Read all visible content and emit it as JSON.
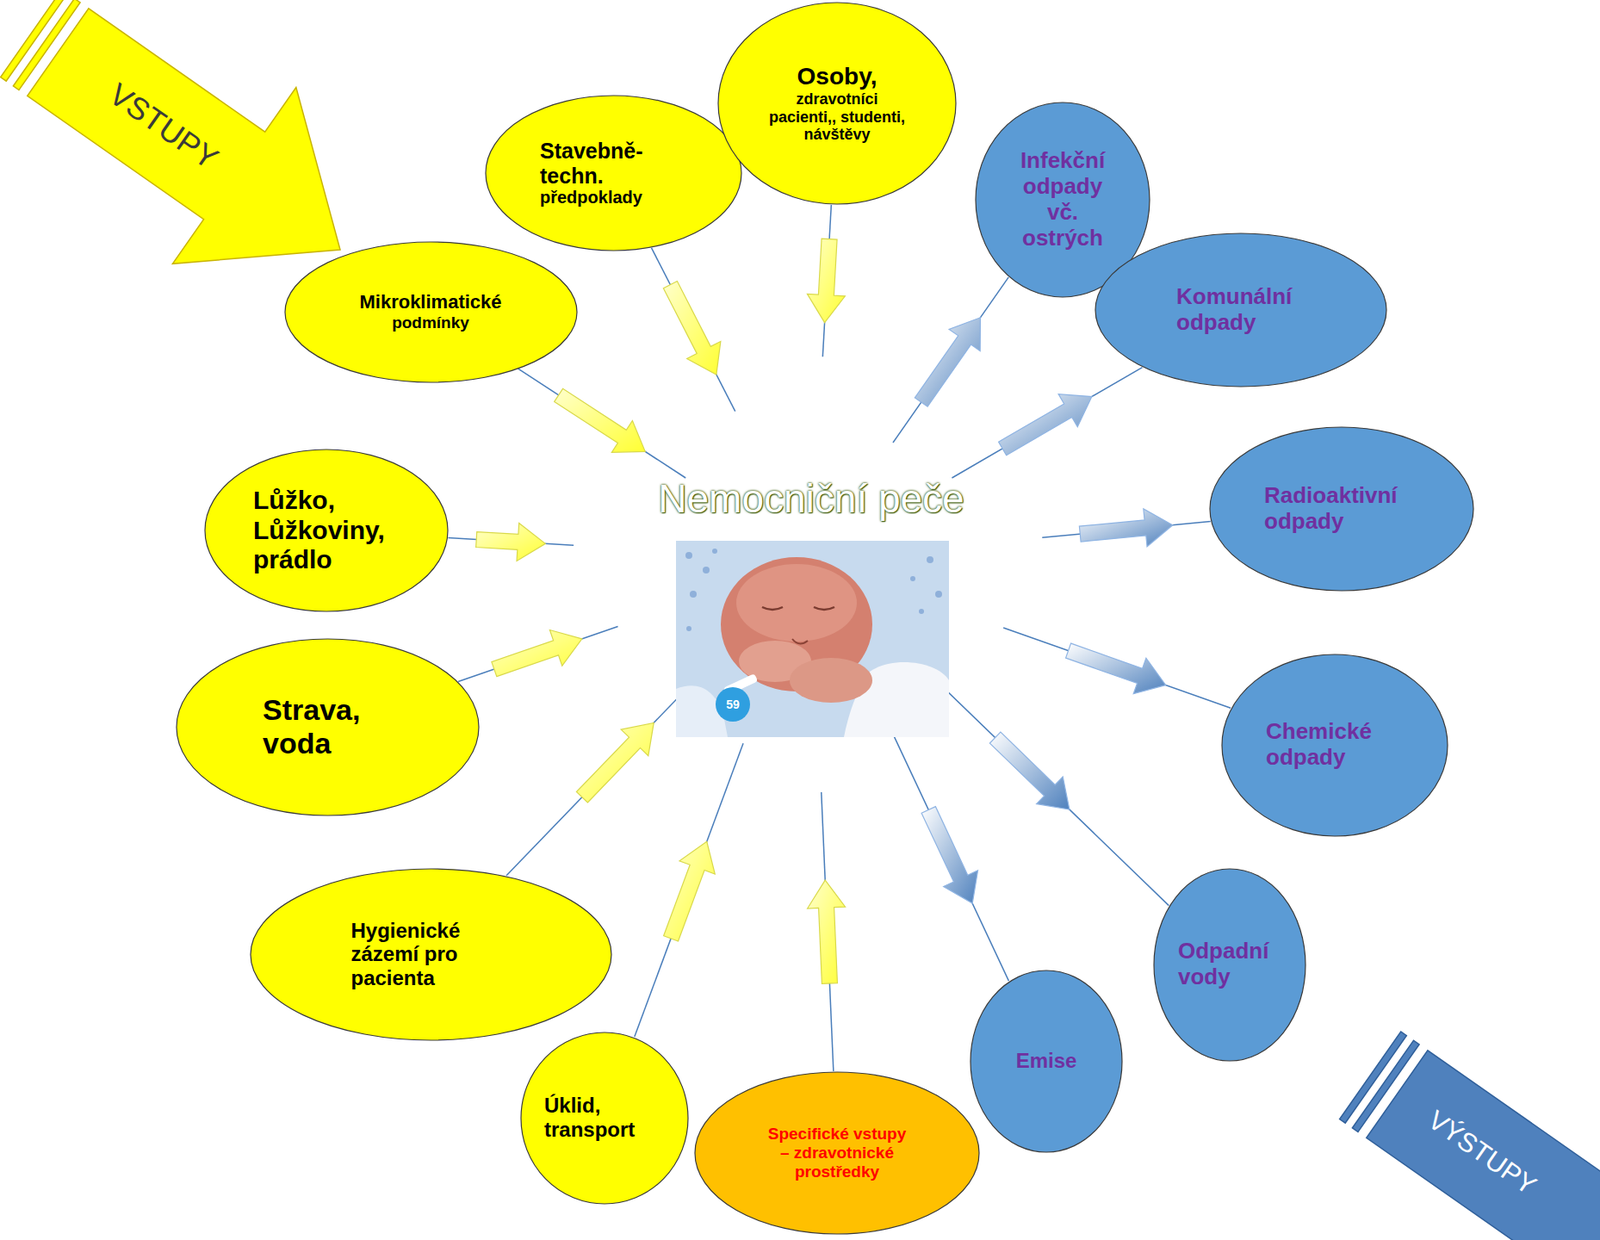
{
  "diagram": {
    "nodes": [
      {
        "text": [
          "Nemocniční peče"
        ]
      },
      {
        "text": [
          "Mikroklimatické",
          "podmínky"
        ]
      },
      {
        "text": [
          "Stavebně- techn.",
          "předpoklady"
        ]
      },
      {
        "text": [
          "Osoby,",
          "zdravotníci pacienti,, studenti, návštěvy"
        ]
      },
      {
        "text": [
          "Lůžko, Lůžkoviny, prádlo"
        ]
      },
      {
        "text": [
          "Strava, voda"
        ]
      },
      {
        "text": [
          "Hygienické zázemí pro pacienta"
        ]
      },
      {
        "text": [
          "Úklid, transport"
        ]
      },
      {
        "text": [
          "Specifické vstupy – zdravotnické prostředky"
        ]
      },
      {
        "text": [
          "Infekční odpady vč. ostrých"
        ]
      },
      {
        "text": [
          "Komunální odpady"
        ]
      },
      {
        "text": [
          "Radioaktivní odpady"
        ]
      },
      {
        "text": [
          "Chemické odpady"
        ]
      },
      {
        "text": [
          "Odpadní vody"
        ]
      },
      {
        "text": [
          "Emise"
        ]
      }
    ],
    "edges": [
      {
        "from": 1,
        "to": 0,
        "arrow": "to"
      },
      {
        "from": 2,
        "to": 0,
        "arrow": "to"
      },
      {
        "from": 3,
        "to": 0,
        "arrow": "to"
      },
      {
        "from": 4,
        "to": 0,
        "arrow": "to"
      },
      {
        "from": 5,
        "to": 0,
        "arrow": "to"
      },
      {
        "from": 6,
        "to": 0,
        "arrow": "to"
      },
      {
        "from": 7,
        "to": 0,
        "arrow": "to"
      },
      {
        "from": 8,
        "to": 0,
        "arrow": "to"
      },
      {
        "from": 0,
        "to": 9,
        "arrow": "to"
      },
      {
        "from": 0,
        "to": 10,
        "arrow": "to"
      },
      {
        "from": 0,
        "to": 11,
        "arrow": "to"
      },
      {
        "from": 0,
        "to": 12,
        "arrow": "to"
      },
      {
        "from": 0,
        "to": 13,
        "arrow": "to"
      },
      {
        "from": 0,
        "to": 14,
        "arrow": "to"
      }
    ],
    "labels": [
      "VSTUPY",
      "VÝSTUPY",
      "59"
    ]
  }
}
